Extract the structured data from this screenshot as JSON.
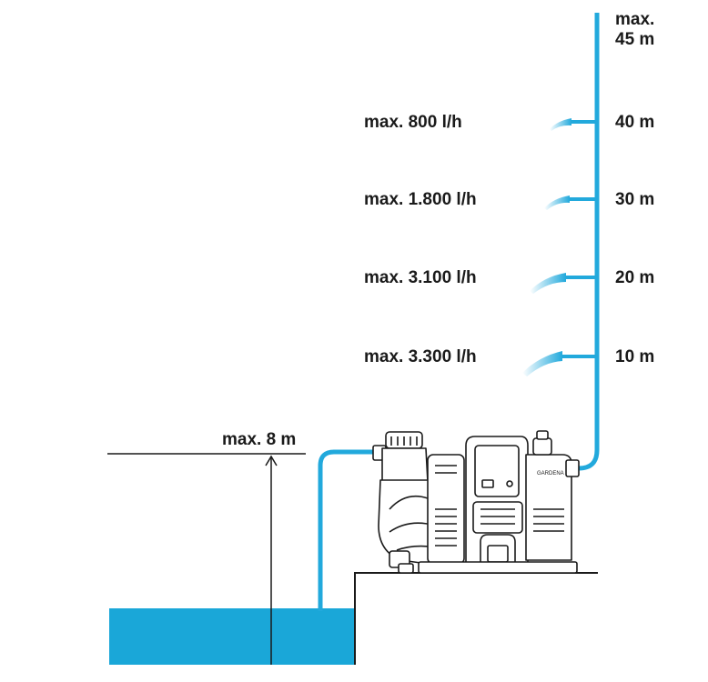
{
  "diagram": {
    "max_height": "max.\n45 m",
    "suction_depth": "max. 8 m",
    "levels": [
      {
        "height": "40 m",
        "flow": "max. 800 l/h"
      },
      {
        "height": "30 m",
        "flow": "max. 1.800 l/h"
      },
      {
        "height": "20 m",
        "flow": "max. 3.100 l/h"
      },
      {
        "height": "10 m",
        "flow": "max. 3.300 l/h"
      }
    ],
    "pump": {
      "brand": "GARDENA"
    },
    "colors": {
      "water": "#1aa7d8",
      "pipe": "#22a9dc",
      "outline": "#1a1a1a"
    }
  }
}
